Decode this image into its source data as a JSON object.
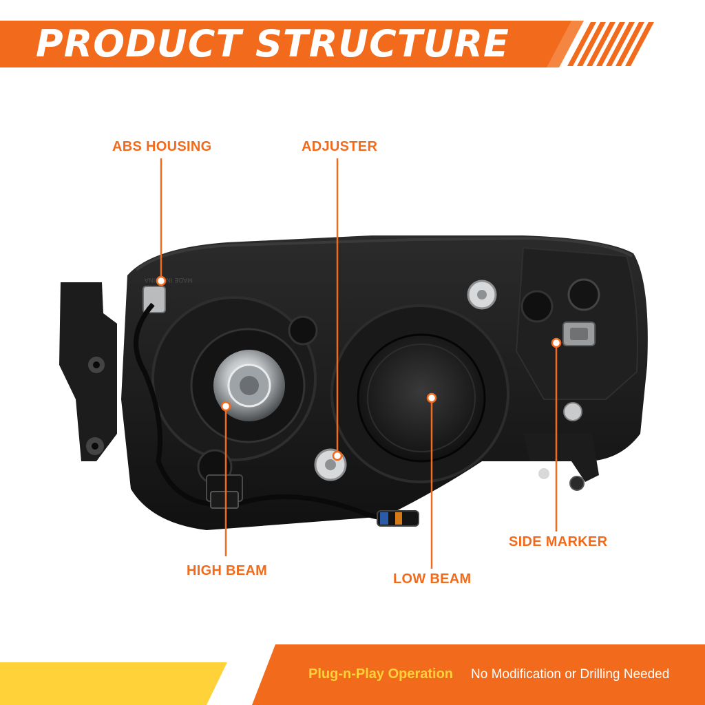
{
  "header": {
    "title": "PRODUCT STRUCTURE",
    "banner_color": "#f26a1b"
  },
  "callouts": {
    "abs_housing": "ABS HOUSING",
    "adjuster": "ADJUSTER",
    "high_beam": "HIGH BEAM",
    "low_beam": "LOW BEAM",
    "side_marker": "SIDE MARKER"
  },
  "housing_marks": {
    "made_in": "MADE IN CHINA"
  },
  "footer": {
    "accent_text": "Plug-n-Play Operation",
    "text": "No Modification or Drilling Needed",
    "accent_color": "#ffd23a",
    "band_color": "#f26a1b"
  },
  "colors": {
    "accent": "#f26a1b",
    "highlight": "#ffd23a",
    "housing": "#1a1a1a"
  }
}
